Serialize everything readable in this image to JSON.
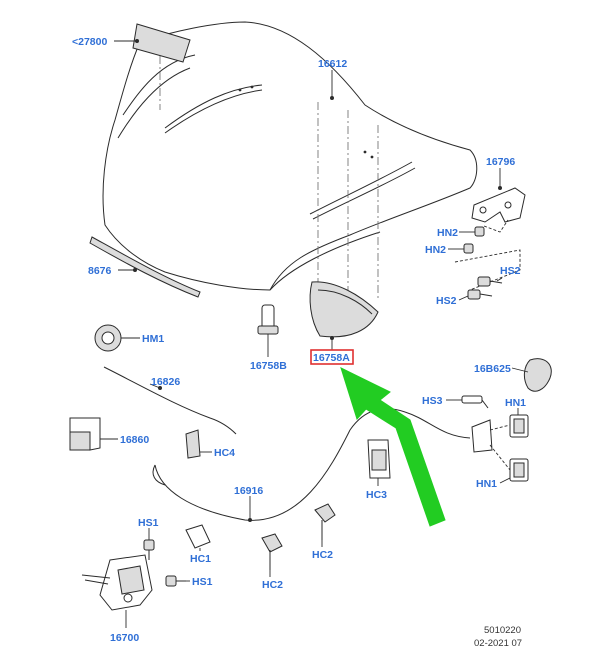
{
  "colors": {
    "label": "#2f6fd6",
    "highlight_box": "#e03030",
    "arrow": "#22cc22",
    "ink": "#2b2b2b"
  },
  "labels": {
    "insulator_ref": "<27800",
    "hood": "16612",
    "hinge": "16796",
    "hn2_top": "HN2",
    "hn2_bottom": "HN2",
    "hs2_right": "HS2",
    "hs2_left": "HS2",
    "seal": "8676",
    "hm1": "HM1",
    "prop_pivot": "16758B",
    "bumper": "16758A",
    "release_handle": "16B625",
    "hs3": "HS3",
    "hn1_top": "HN1",
    "hn1_bottom": "HN1",
    "support_rod": "16826",
    "bracket": "16860",
    "hc4": "HC4",
    "cable": "16916",
    "hc3": "HC3",
    "hs1_top": "HS1",
    "hc1": "HC1",
    "hc2_right": "HC2",
    "hc2_left": "HC2",
    "hs1_bottom": "HS1",
    "latch": "16700"
  },
  "footer": {
    "code": "5010220",
    "date": "02-2021 07"
  }
}
